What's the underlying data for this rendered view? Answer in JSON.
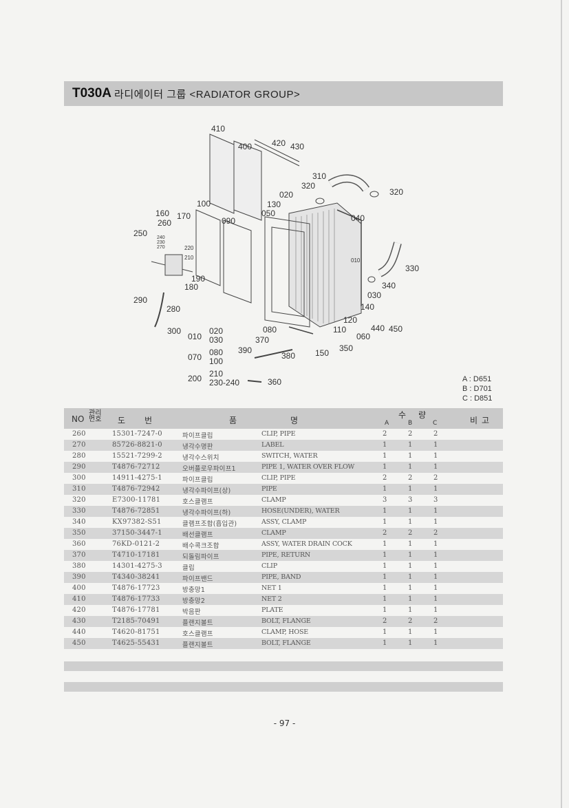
{
  "title": {
    "code": "T030A",
    "text": "라디에이터 그룹 <RADIATOR GROUP>"
  },
  "diagram": {
    "callouts": [
      "410",
      "400",
      "420",
      "430",
      "310",
      "320",
      "320",
      "020",
      "130",
      "050",
      "040",
      "160",
      "170",
      "100",
      "090",
      "260",
      "250",
      "240",
      "230",
      "270",
      "220",
      "210",
      "190",
      "180",
      "010",
      "330",
      "340",
      "030",
      "290",
      "280",
      "140",
      "120",
      "450",
      "440",
      "110",
      "060",
      "080",
      "370",
      "300",
      "010",
      "020",
      "030",
      "390",
      "380",
      "150",
      "350",
      "070",
      "080",
      "100",
      "200",
      "210",
      "230-240",
      "360"
    ]
  },
  "legend": [
    "A : D651",
    "B : D701",
    "C : D851"
  ],
  "table": {
    "headers": {
      "no": "NO",
      "ref": "관리번호",
      "part_no": "도번",
      "name": "품명",
      "qty": "수량",
      "a": "A",
      "b": "B",
      "c": "C",
      "note": "비고"
    },
    "rows": [
      {
        "no": "260",
        "part": "15301-7247-0",
        "kr": "파이프클립",
        "en": "CLIP, PIPE",
        "a": "2",
        "b": "2",
        "c": "2"
      },
      {
        "no": "270",
        "part": "85726-8821-0",
        "kr": "냉각수명판",
        "en": "LABEL",
        "a": "1",
        "b": "1",
        "c": "1"
      },
      {
        "no": "280",
        "part": "15521-7299-2",
        "kr": "냉각수스위치",
        "en": "SWITCH, WATER",
        "a": "1",
        "b": "1",
        "c": "1"
      },
      {
        "no": "290",
        "part": "T4876-72712",
        "kr": "오버플로우파이프1",
        "en": "PIPE 1, WATER OVER FLOW",
        "a": "1",
        "b": "1",
        "c": "1"
      },
      {
        "no": "300",
        "part": "14911-4275-1",
        "kr": "파이프클립",
        "en": "CLIP, PIPE",
        "a": "2",
        "b": "2",
        "c": "2"
      },
      {
        "no": "310",
        "part": "T4876-72942",
        "kr": "냉각수파이프(상)",
        "en": "PIPE",
        "a": "1",
        "b": "1",
        "c": "1"
      },
      {
        "no": "320",
        "part": "E7300-11781",
        "kr": "호스클램프",
        "en": "CLAMP",
        "a": "3",
        "b": "3",
        "c": "3"
      },
      {
        "no": "330",
        "part": "T4876-72851",
        "kr": "냉각수파이프(하)",
        "en": "HOSE(UNDER), WATER",
        "a": "1",
        "b": "1",
        "c": "1"
      },
      {
        "no": "340",
        "part": "KX97382-S51",
        "kr": "클램프조합(흡입관)",
        "en": "ASSY, CLAMP",
        "a": "1",
        "b": "1",
        "c": "1"
      },
      {
        "no": "350",
        "part": "37150-3447-1",
        "kr": "배선클램프",
        "en": "CLAMP",
        "a": "2",
        "b": "2",
        "c": "2"
      },
      {
        "no": "360",
        "part": "76KD-0121-2",
        "kr": "배수콕크조합",
        "en": "ASSY, WATER DRAIN COCK",
        "a": "1",
        "b": "1",
        "c": "1"
      },
      {
        "no": "370",
        "part": "T4710-17181",
        "kr": "되돌림파이프",
        "en": "PIPE, RETURN",
        "a": "1",
        "b": "1",
        "c": "1"
      },
      {
        "no": "380",
        "part": "14301-4275-3",
        "kr": "클립",
        "en": "CLIP",
        "a": "1",
        "b": "1",
        "c": "1"
      },
      {
        "no": "390",
        "part": "T4340-38241",
        "kr": "파이프밴드",
        "en": "PIPE, BAND",
        "a": "1",
        "b": "1",
        "c": "1"
      },
      {
        "no": "400",
        "part": "T4876-17723",
        "kr": "방충망1",
        "en": "NET 1",
        "a": "1",
        "b": "1",
        "c": "1"
      },
      {
        "no": "410",
        "part": "T4876-17733",
        "kr": "방충망2",
        "en": "NET 2",
        "a": "1",
        "b": "1",
        "c": "1"
      },
      {
        "no": "420",
        "part": "T4876-17781",
        "kr": "박음판",
        "en": "PLATE",
        "a": "1",
        "b": "1",
        "c": "1"
      },
      {
        "no": "430",
        "part": "T2185-70491",
        "kr": "플랜지볼트",
        "en": "BOLT, FLANGE",
        "a": "2",
        "b": "2",
        "c": "2"
      },
      {
        "no": "440",
        "part": "T4620-81751",
        "kr": "호스클램프",
        "en": "CLAMP, HOSE",
        "a": "1",
        "b": "1",
        "c": "1"
      },
      {
        "no": "450",
        "part": "T4625-55431",
        "kr": "플랜지볼트",
        "en": "BOLT, FLANGE",
        "a": "1",
        "b": "1",
        "c": "1"
      }
    ]
  },
  "page_number": "- 97 -"
}
